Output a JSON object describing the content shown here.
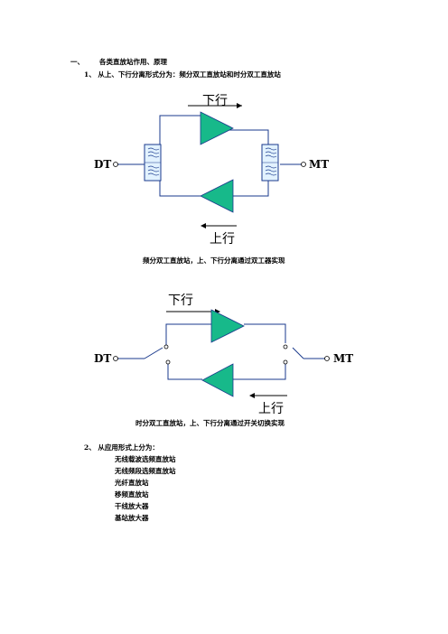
{
  "section": {
    "number": "一、",
    "title": "各类直放站作用、原理"
  },
  "item1": {
    "text": "1、 从上、下行分离形式分为：频分双工直放站和时分双工直放站"
  },
  "diagram1": {
    "downlink_label": "下行",
    "uplink_label": "上行",
    "left_port": "DT",
    "right_port": "MT",
    "caption": "频分双工直放站，上、下行分离通过双工器实现",
    "amplifier_color": "#17b98a",
    "line_color": "#1a3a8c"
  },
  "diagram2": {
    "downlink_label": "下行",
    "uplink_label": "上行",
    "left_port": "DT",
    "right_port": "MT",
    "caption": "时分双工直放站，上、下行分离通过开关切换实现",
    "amplifier_color": "#17b98a",
    "line_color": "#1a3a8c"
  },
  "item2": {
    "heading": "2、 从应用形式上分为：",
    "list": [
      "无线载波选频直放站",
      "无线频段选频直放站",
      "光纤直放站",
      "移频直放站",
      "干线放大器",
      "基站放大器"
    ]
  }
}
